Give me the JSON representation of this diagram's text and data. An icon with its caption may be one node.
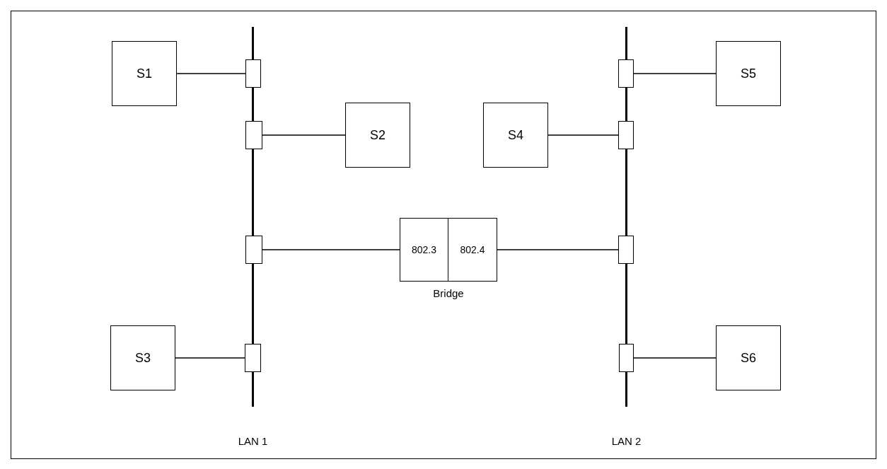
{
  "diagram": {
    "nodes": [
      {
        "text": [],
        "shape": "bar",
        "beside": [
          "LAN 1"
        ]
      },
      {
        "text": [],
        "shape": "bar",
        "beside": [
          "LAN 2"
        ]
      },
      {
        "text": [
          "S1"
        ]
      },
      {
        "text": [],
        "shape": "box"
      },
      {
        "text": [],
        "shape": "box"
      },
      {
        "text": [
          "S5"
        ]
      },
      {
        "text": [],
        "shape": "box"
      },
      {
        "text": [
          "S2"
        ]
      },
      {
        "text": [
          "S4"
        ]
      },
      {
        "text": [],
        "shape": "box"
      },
      {
        "text": [],
        "shape": "box"
      },
      {
        "text": [],
        "shape": "box",
        "beside": [
          "Bridge"
        ]
      },
      {
        "text": [
          "802.3"
        ],
        "in": 11
      },
      {
        "text": [
          "802.4"
        ],
        "in": 11
      },
      {
        "text": [],
        "shape": "box"
      },
      {
        "text": [
          "S3"
        ]
      },
      {
        "text": [],
        "shape": "box"
      },
      {
        "text": [],
        "shape": "box"
      },
      {
        "text": [
          "S6"
        ]
      }
    ],
    "edges": [
      {
        "from": 2,
        "to": 3,
        "arrow": "none"
      },
      {
        "from": 4,
        "to": 5,
        "arrow": "none"
      },
      {
        "from": 6,
        "to": 7,
        "arrow": "none"
      },
      {
        "from": 8,
        "to": 9,
        "arrow": "none"
      },
      {
        "from": 10,
        "to": 12,
        "arrow": "none"
      },
      {
        "from": 13,
        "to": 14,
        "arrow": "none"
      },
      {
        "from": 15,
        "to": 16,
        "arrow": "none"
      },
      {
        "from": 17,
        "to": 18,
        "arrow": "none"
      }
    ]
  }
}
